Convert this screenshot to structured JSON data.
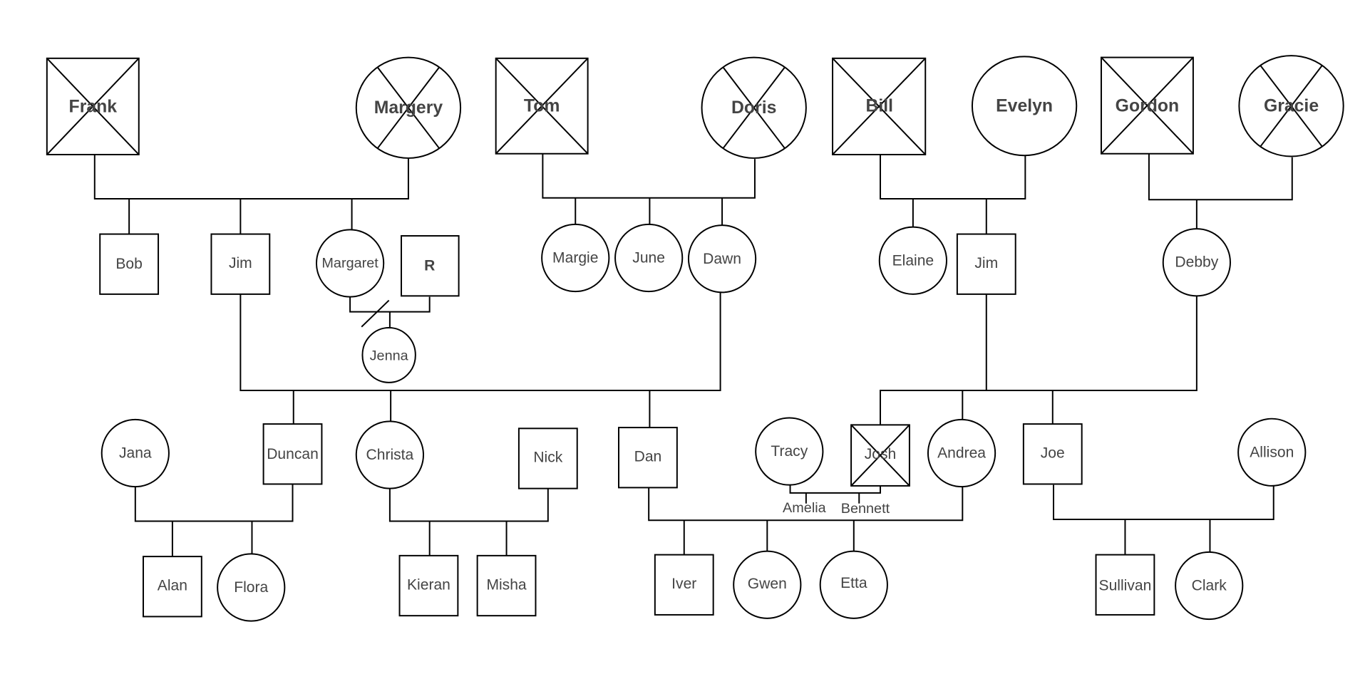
{
  "diagram": {
    "type": "genogram",
    "colors": {
      "line": "#000000",
      "text": "#444444",
      "background": "#ffffff"
    },
    "people": [
      {
        "id": "frank",
        "name": "Frank",
        "sex": "male",
        "deceased": true,
        "generation": 1
      },
      {
        "id": "margery",
        "name": "Margery",
        "sex": "female",
        "deceased": true,
        "generation": 1
      },
      {
        "id": "tom",
        "name": "Tom",
        "sex": "male",
        "deceased": true,
        "generation": 1
      },
      {
        "id": "doris",
        "name": "Doris",
        "sex": "female",
        "deceased": true,
        "generation": 1
      },
      {
        "id": "bill",
        "name": "Bill",
        "sex": "male",
        "deceased": true,
        "generation": 1
      },
      {
        "id": "evelyn",
        "name": "Evelyn",
        "sex": "female",
        "deceased": false,
        "generation": 1
      },
      {
        "id": "gordon",
        "name": "Gordon",
        "sex": "male",
        "deceased": true,
        "generation": 1
      },
      {
        "id": "gracie",
        "name": "Gracie",
        "sex": "female",
        "deceased": true,
        "generation": 1
      },
      {
        "id": "bob",
        "name": "Bob",
        "sex": "male",
        "deceased": false,
        "generation": 2
      },
      {
        "id": "jim1",
        "name": "Jim",
        "sex": "male",
        "deceased": false,
        "generation": 2
      },
      {
        "id": "margaret",
        "name": "Margaret",
        "sex": "female",
        "deceased": false,
        "generation": 2
      },
      {
        "id": "r",
        "name": "R",
        "sex": "male",
        "deceased": false,
        "generation": 2
      },
      {
        "id": "margie",
        "name": "Margie",
        "sex": "female",
        "deceased": false,
        "generation": 2
      },
      {
        "id": "june",
        "name": "June",
        "sex": "female",
        "deceased": false,
        "generation": 2
      },
      {
        "id": "dawn",
        "name": "Dawn",
        "sex": "female",
        "deceased": false,
        "generation": 2
      },
      {
        "id": "elaine",
        "name": "Elaine",
        "sex": "female",
        "deceased": false,
        "generation": 2
      },
      {
        "id": "jim2",
        "name": "Jim",
        "sex": "male",
        "deceased": false,
        "generation": 2
      },
      {
        "id": "debby",
        "name": "Debby",
        "sex": "female",
        "deceased": false,
        "generation": 2
      },
      {
        "id": "jenna",
        "name": "Jenna",
        "sex": "female",
        "deceased": false,
        "generation": 3
      },
      {
        "id": "jana",
        "name": "Jana",
        "sex": "female",
        "deceased": false,
        "generation": 3
      },
      {
        "id": "duncan",
        "name": "Duncan",
        "sex": "male",
        "deceased": false,
        "generation": 3
      },
      {
        "id": "christa",
        "name": "Christa",
        "sex": "female",
        "deceased": false,
        "generation": 3
      },
      {
        "id": "nick",
        "name": "Nick",
        "sex": "male",
        "deceased": false,
        "generation": 3
      },
      {
        "id": "dan",
        "name": "Dan",
        "sex": "male",
        "deceased": false,
        "generation": 3
      },
      {
        "id": "tracy",
        "name": "Tracy",
        "sex": "female",
        "deceased": false,
        "generation": 3
      },
      {
        "id": "josh",
        "name": "Josh",
        "sex": "male",
        "deceased": true,
        "generation": 3
      },
      {
        "id": "andrea",
        "name": "Andrea",
        "sex": "female",
        "deceased": false,
        "generation": 3
      },
      {
        "id": "joe",
        "name": "Joe",
        "sex": "male",
        "deceased": false,
        "generation": 3
      },
      {
        "id": "allison",
        "name": "Allison",
        "sex": "female",
        "deceased": false,
        "generation": 3
      },
      {
        "id": "alan",
        "name": "Alan",
        "sex": "male",
        "deceased": false,
        "generation": 4
      },
      {
        "id": "flora",
        "name": "Flora",
        "sex": "female",
        "deceased": false,
        "generation": 4
      },
      {
        "id": "kieran",
        "name": "Kieran",
        "sex": "male",
        "deceased": false,
        "generation": 4
      },
      {
        "id": "misha",
        "name": "Misha",
        "sex": "male",
        "deceased": false,
        "generation": 4
      },
      {
        "id": "iver",
        "name": "Iver",
        "sex": "male",
        "deceased": false,
        "generation": 4
      },
      {
        "id": "gwen",
        "name": "Gwen",
        "sex": "female",
        "deceased": false,
        "generation": 4
      },
      {
        "id": "etta",
        "name": "Etta",
        "sex": "female",
        "deceased": false,
        "generation": 4
      },
      {
        "id": "sullivan",
        "name": "Sullivan",
        "sex": "male",
        "deceased": false,
        "generation": 4
      },
      {
        "id": "clark",
        "name": "Clark",
        "sex": "female",
        "deceased": false,
        "generation": 4
      }
    ],
    "unlabeled_children": [
      "Amelia",
      "Bennett"
    ],
    "relationships": [
      {
        "partners": [
          "Frank",
          "Margery"
        ],
        "children": [
          "Bob",
          "Jim",
          "Margaret"
        ]
      },
      {
        "partners": [
          "Tom",
          "Doris"
        ],
        "children": [
          "Margie",
          "June",
          "Dawn"
        ]
      },
      {
        "partners": [
          "Bill",
          "Evelyn"
        ],
        "children": [
          "Elaine",
          "Jim"
        ]
      },
      {
        "partners": [
          "Gordon",
          "Gracie"
        ],
        "children": [
          "Debby"
        ]
      },
      {
        "partners": [
          "Margaret",
          "R"
        ],
        "status": "divorced",
        "children": [
          "Jenna"
        ]
      },
      {
        "partners": [
          "Jim",
          "Dawn"
        ],
        "children": [
          "Duncan",
          "Christa",
          "Dan"
        ]
      },
      {
        "partners": [
          "Jim",
          "Debby"
        ],
        "children": [
          "Josh",
          "Andrea",
          "Joe"
        ]
      },
      {
        "partners": [
          "Jana",
          "Duncan"
        ],
        "children": [
          "Alan",
          "Flora"
        ]
      },
      {
        "partners": [
          "Christa",
          "Nick"
        ],
        "children": [
          "Kieran",
          "Misha"
        ]
      },
      {
        "partners": [
          "Dan",
          "Andrea"
        ],
        "children": [
          "Iver",
          "Gwen",
          "Etta"
        ]
      },
      {
        "partners": [
          "Tracy",
          "Josh"
        ],
        "children": [
          "Amelia",
          "Bennett"
        ]
      },
      {
        "partners": [
          "Joe",
          "Allison"
        ],
        "children": [
          "Sullivan",
          "Clark"
        ]
      }
    ]
  }
}
